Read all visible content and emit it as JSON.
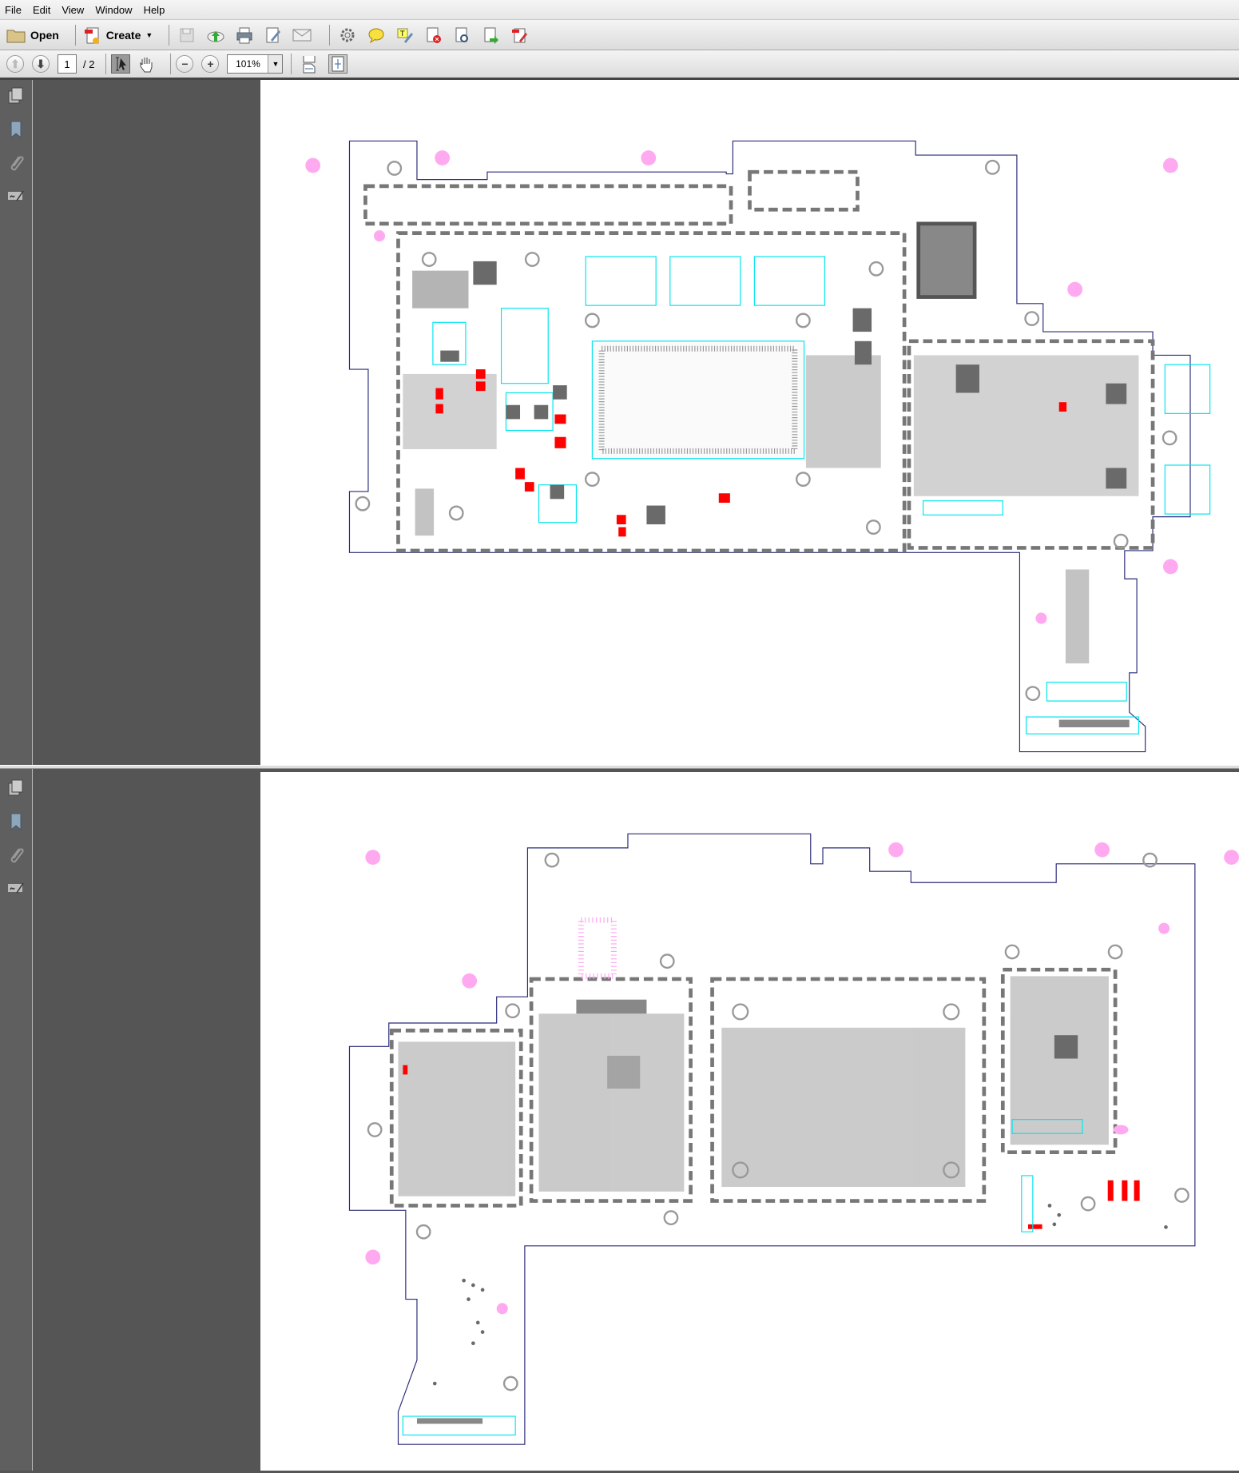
{
  "menu": [
    "File",
    "Edit",
    "View",
    "Window",
    "Help"
  ],
  "toolbar": {
    "open_label": "Open",
    "create_label": "Create"
  },
  "nav": {
    "current_page": "1",
    "total_pages": "/ 2",
    "zoom": "101%"
  },
  "icons": [
    "open-folder-icon",
    "create-pdf-icon",
    "save-icon",
    "cloud-upload-icon",
    "print-icon",
    "edit-icon",
    "email-icon",
    "settings-icon",
    "comment-icon",
    "highlight-icon",
    "delete-page-icon",
    "ocr-icon",
    "export-icon",
    "form-edit-icon",
    "page-up-icon",
    "page-down-icon",
    "select-tool-icon",
    "hand-tool-icon",
    "zoom-out-icon",
    "zoom-in-icon",
    "fit-width-icon",
    "fit-page-icon",
    "pages-panel-icon",
    "bookmark-icon",
    "attachment-icon",
    "signature-icon"
  ],
  "colors": {
    "outline": "#2a2a7a",
    "cyan": "#00e5ee",
    "component": "#6a6a6a",
    "red": "#ff0000",
    "pink": "#ffaaf0"
  }
}
